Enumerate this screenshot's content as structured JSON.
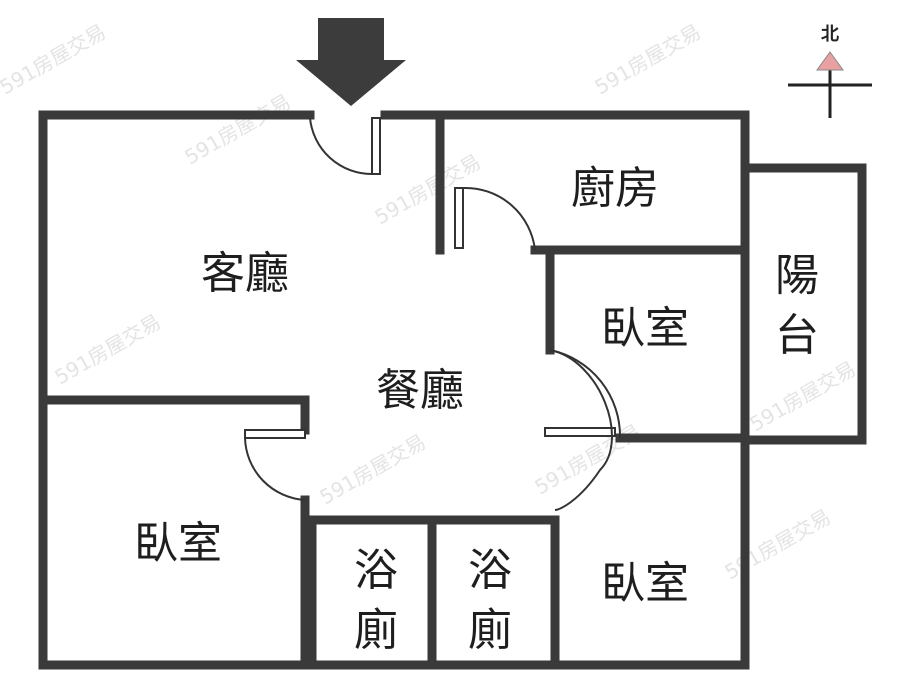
{
  "plan": {
    "watermark": "591房屋交易",
    "compass_label": "北",
    "entrance_icon": "arrow-down-icon",
    "rooms": {
      "living_room": "客廳",
      "dining_room": "餐廳",
      "kitchen": "廚房",
      "bedroom_ne": "臥室",
      "balcony_line1": "陽",
      "balcony_line2": "台",
      "bedroom_sw": "臥室",
      "bath1_line1": "浴",
      "bath1_line2": "廁",
      "bath2_line1": "浴",
      "bath2_line2": "廁",
      "bedroom_se": "臥室"
    },
    "colors": {
      "wall": "#3a3a3a",
      "compass_arrow": "#e8a0a0"
    }
  }
}
